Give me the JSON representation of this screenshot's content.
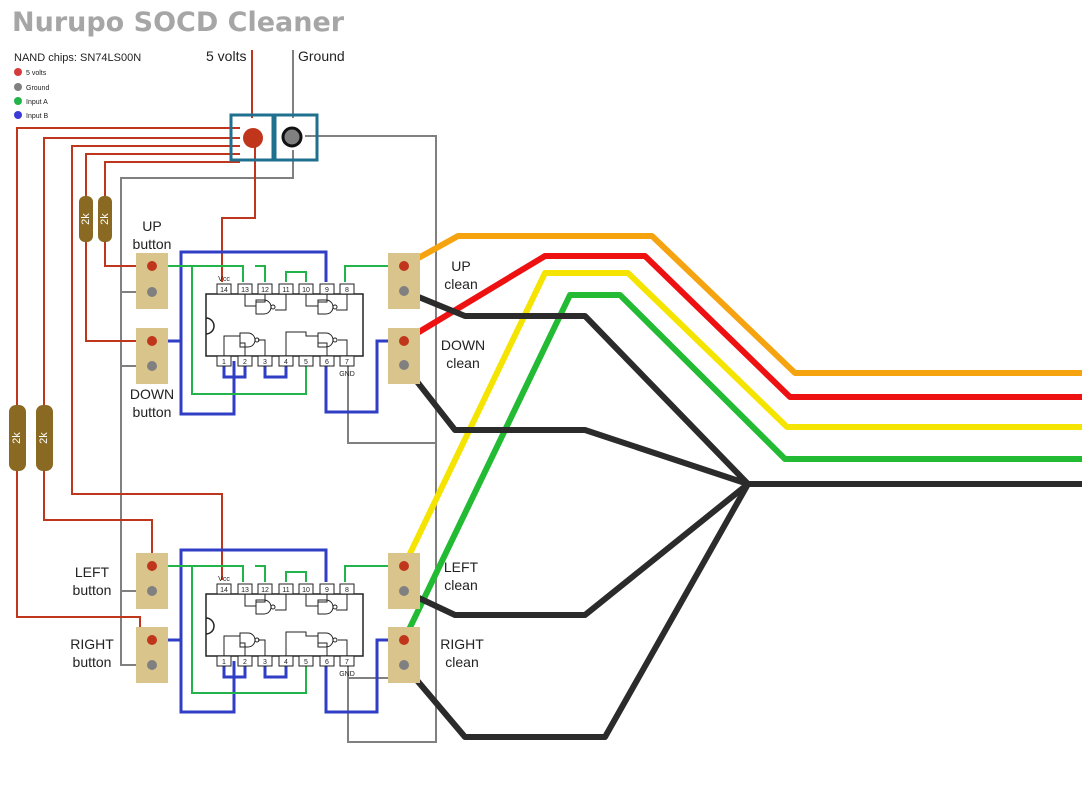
{
  "title": "Nurupo SOCD Cleaner",
  "legend": {
    "heading": "NAND chips: SN74LS00N",
    "items": [
      {
        "label": "5 volts",
        "color": "#d63a3a"
      },
      {
        "label": "Ground",
        "color": "#808080"
      },
      {
        "label": "Input A",
        "color": "#22b34a"
      },
      {
        "label": "Input B",
        "color": "#3a3ad6"
      }
    ]
  },
  "power": {
    "five_volts": "5 volts",
    "ground": "Ground"
  },
  "resistor_label": "2k",
  "buttons": {
    "up": [
      "UP",
      "button"
    ],
    "down": [
      "DOWN",
      "button"
    ],
    "left": [
      "LEFT",
      "button"
    ],
    "right": [
      "RIGHT",
      "button"
    ]
  },
  "outputs": {
    "up": [
      "UP",
      "clean"
    ],
    "down": [
      "DOWN",
      "clean"
    ],
    "left": [
      "LEFT",
      "clean"
    ],
    "right": [
      "RIGHT",
      "clean"
    ]
  },
  "chip": {
    "top_pins": [
      "14",
      "13",
      "12",
      "11",
      "10",
      "9",
      "8"
    ],
    "bottom_pins": [
      "1",
      "2",
      "3",
      "4",
      "5",
      "6",
      "7"
    ],
    "vcc": "Vcc",
    "gnd": "GND"
  },
  "colors": {
    "power": "#c0361c",
    "ground": "#808080",
    "input_a": "#22b34a",
    "input_b": "#2f3ec4",
    "cable_orange": "#f5a30f",
    "cable_red": "#ee1111",
    "cable_yellow": "#f5e400",
    "cable_green": "#22bb33",
    "cable_black": "#2b2b2b",
    "terminal": "#d9c58c",
    "resistor": "#8a6a22"
  }
}
